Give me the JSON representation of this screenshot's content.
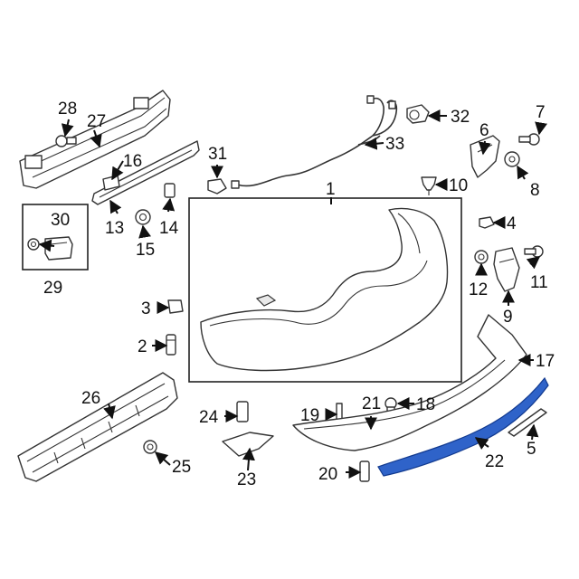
{
  "callouts": {
    "c1": "1",
    "c2": "2",
    "c3": "3",
    "c4": "4",
    "c5": "5",
    "c6": "6",
    "c7": "7",
    "c8": "8",
    "c9": "9",
    "c10": "10",
    "c11": "11",
    "c12": "12",
    "c13": "13",
    "c14": "14",
    "c15": "15",
    "c16": "16",
    "c17": "17",
    "c18": "18",
    "c19": "19",
    "c20": "20",
    "c21": "21",
    "c22": "22",
    "c23": "23",
    "c24": "24",
    "c25": "25",
    "c26": "26",
    "c27": "27",
    "c28": "28",
    "c29": "29",
    "c30": "30",
    "c31": "31",
    "c32": "32",
    "c33": "33"
  },
  "colors": {
    "highlight": "#2f63c9",
    "line": "#333333"
  }
}
